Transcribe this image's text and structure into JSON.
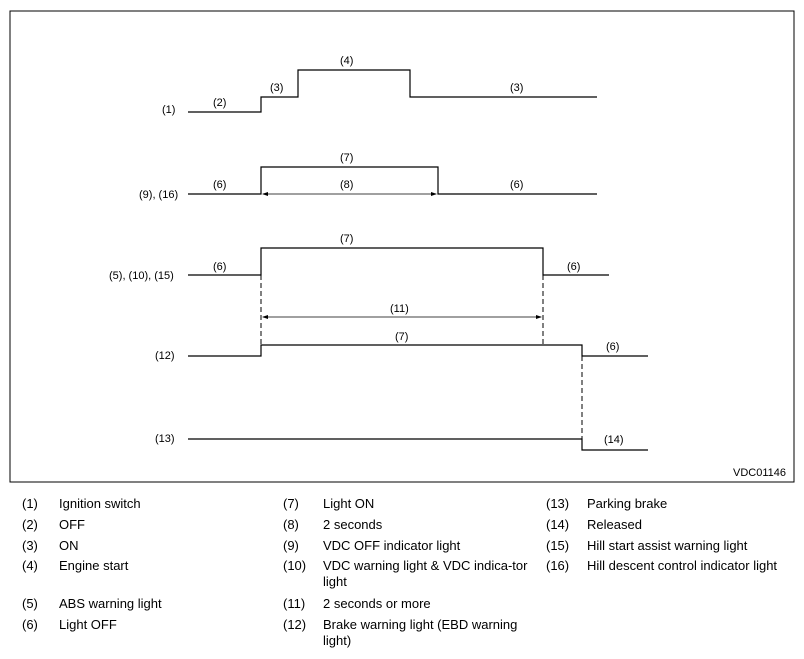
{
  "diagram": {
    "rows": {
      "row1": {
        "label": "(1)",
        "off_label": "(2)",
        "on_label": "(3)",
        "start_label": "(4)",
        "after_label": "(3)"
      },
      "row2": {
        "label": "(9), (16)",
        "before_label": "(6)",
        "on_label": "(7)",
        "duration_label": "(8)",
        "after_label": "(6)"
      },
      "row3": {
        "label": "(5), (10), (15)",
        "before_label": "(6)",
        "on_label": "(7)",
        "after_label": "(6)"
      },
      "span_label": "(11)",
      "row4": {
        "label": "(12)",
        "on_label": "(7)",
        "after_label": "(6)"
      },
      "row5": {
        "label": "(13)",
        "after_label": "(14)"
      }
    },
    "figure_id": "VDC01146"
  },
  "legend": {
    "col1": [
      {
        "num": "(1)",
        "text": "Ignition switch"
      },
      {
        "num": "(2)",
        "text": "OFF"
      },
      {
        "num": "(3)",
        "text": "ON"
      },
      {
        "num": "(4)",
        "text": "Engine start"
      },
      {
        "num": "(5)",
        "text": "ABS warning light"
      },
      {
        "num": "(6)",
        "text": "Light OFF"
      }
    ],
    "col2": [
      {
        "num": "(7)",
        "text": "Light ON"
      },
      {
        "num": "(8)",
        "text": "2 seconds"
      },
      {
        "num": "(9)",
        "text": "VDC OFF indicator light"
      },
      {
        "num": "(10)",
        "text": "VDC warning light & VDC indica-tor light"
      },
      {
        "num": "(11)",
        "text": "2 seconds or more"
      },
      {
        "num": "(12)",
        "text": "Brake warning light (EBD warning light)"
      }
    ],
    "col3": [
      {
        "num": "(13)",
        "text": "Parking brake"
      },
      {
        "num": "(14)",
        "text": "Released"
      },
      {
        "num": "(15)",
        "text": "Hill start assist warning light"
      },
      {
        "num": "(16)",
        "text": "Hill descent control indicator light"
      }
    ]
  }
}
